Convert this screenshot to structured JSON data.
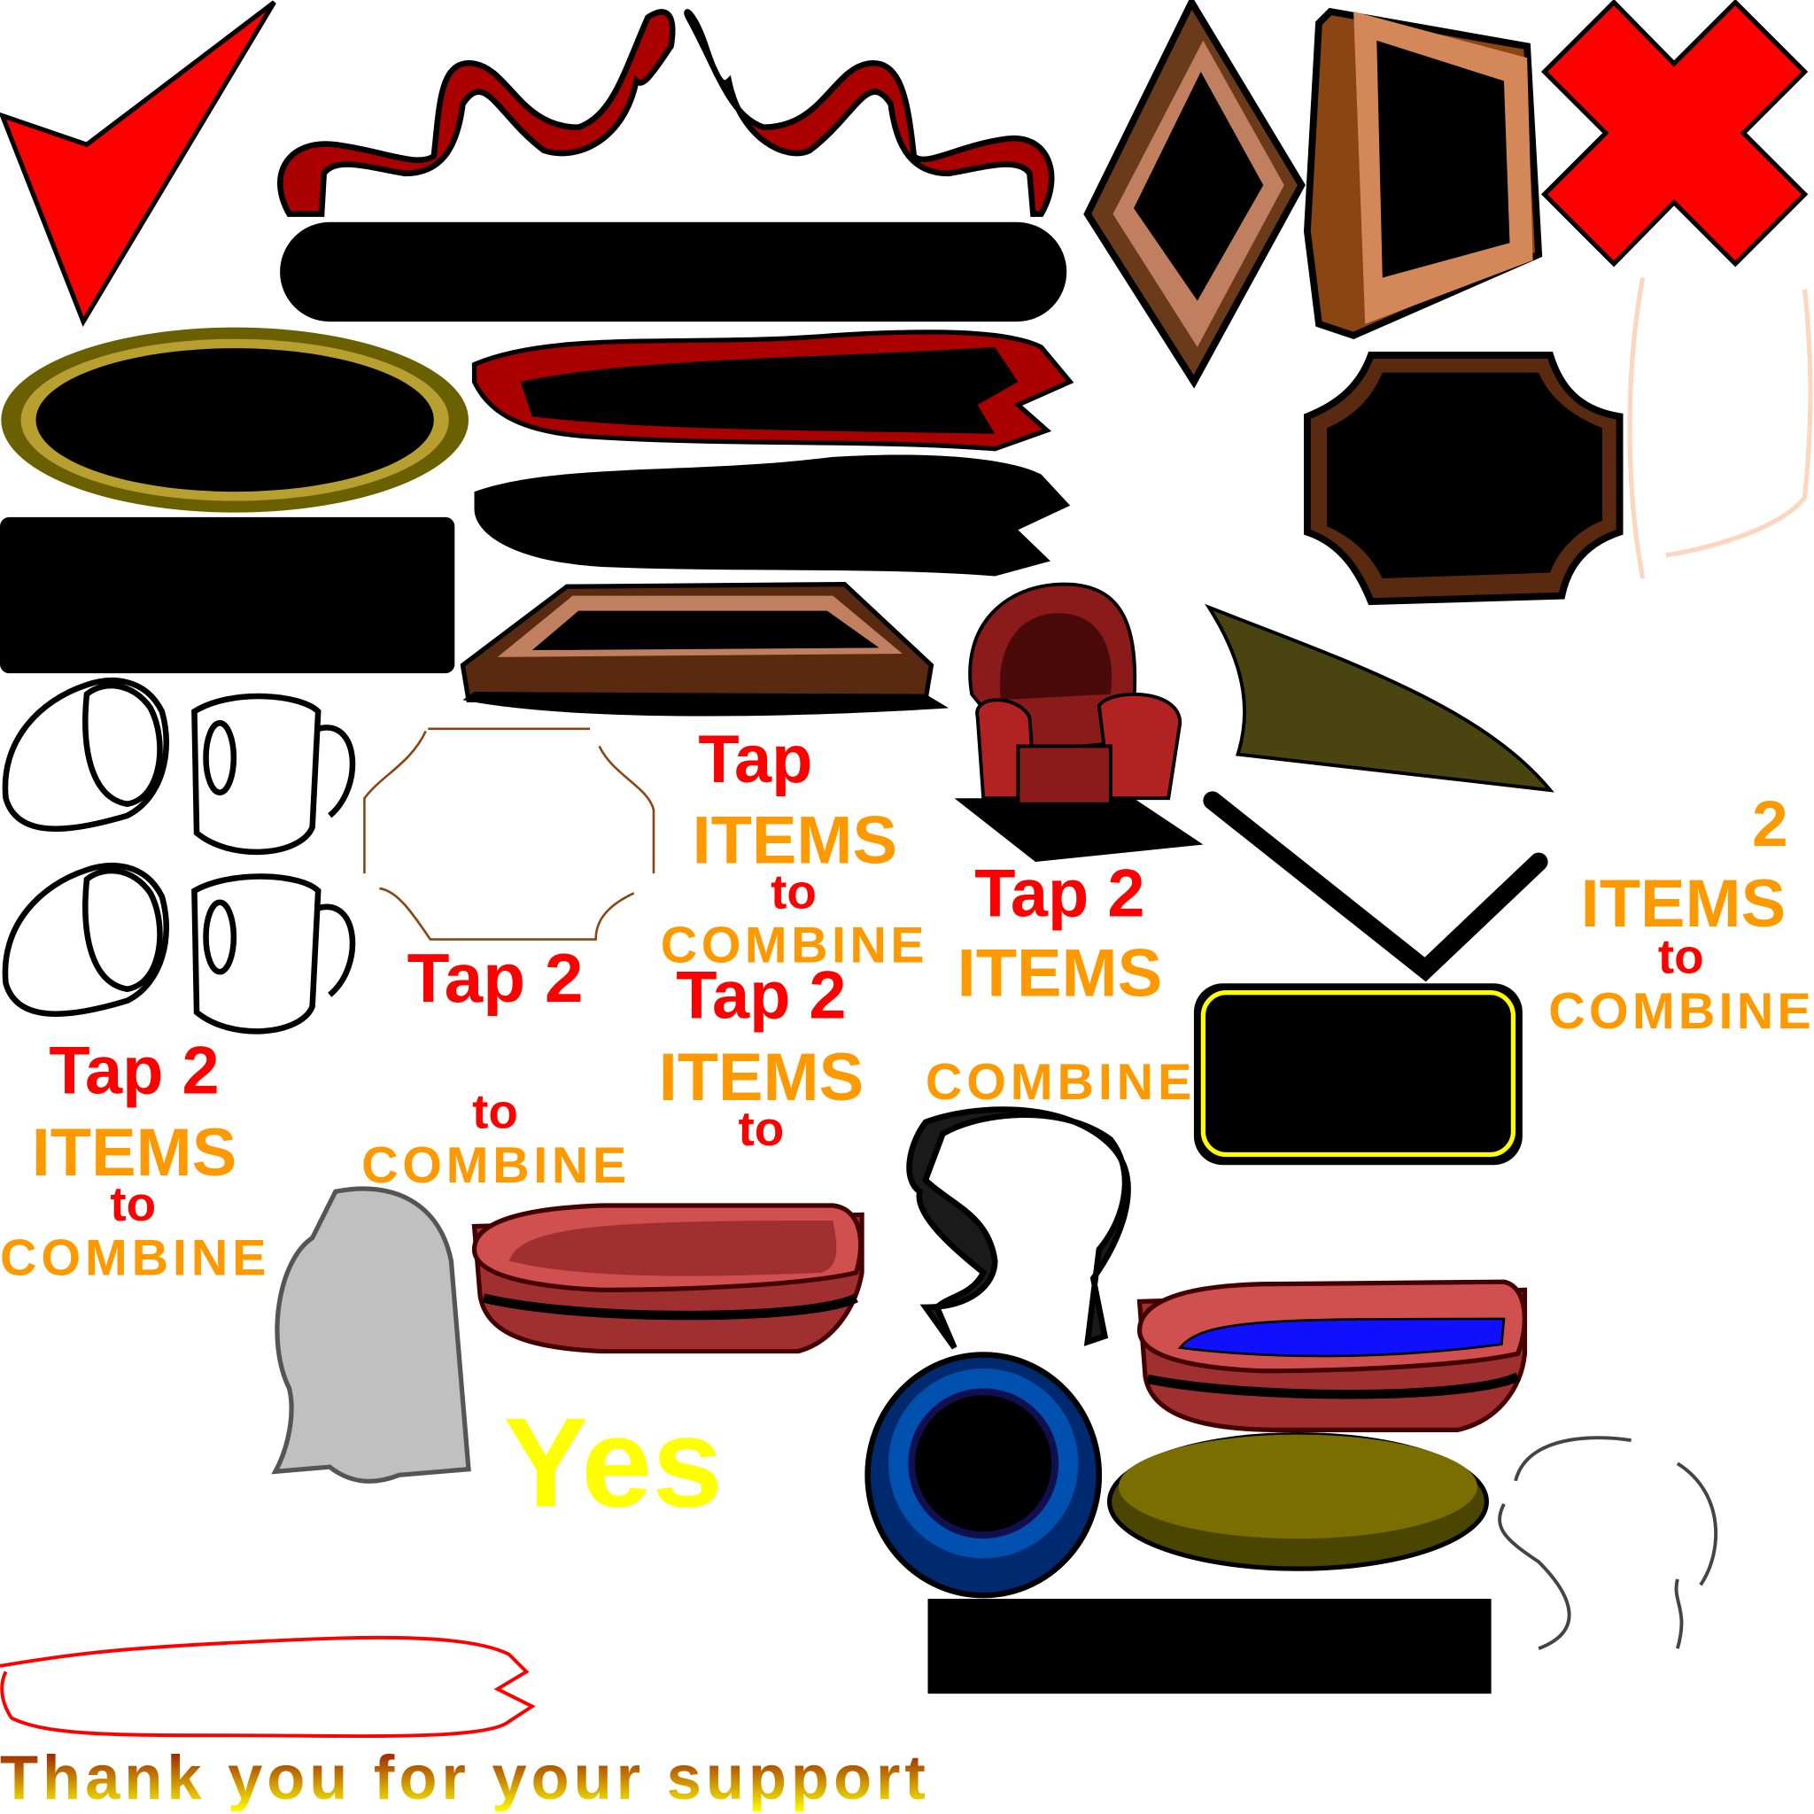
{
  "colors": {
    "red": "#ff0000",
    "orange": "#ff9900",
    "yellow": "#ffff00",
    "dark_red": "#8b0000",
    "brown": "#8b4513",
    "olive": "#6b6000",
    "blue": "#0040a0"
  },
  "labels": {
    "tap": "Tap",
    "tap2": "Tap 2",
    "two": "2",
    "items": "ITEMS",
    "to": "to",
    "combine": "COMBINE",
    "yes": "Yes",
    "thanks": "Thank you for your support"
  }
}
